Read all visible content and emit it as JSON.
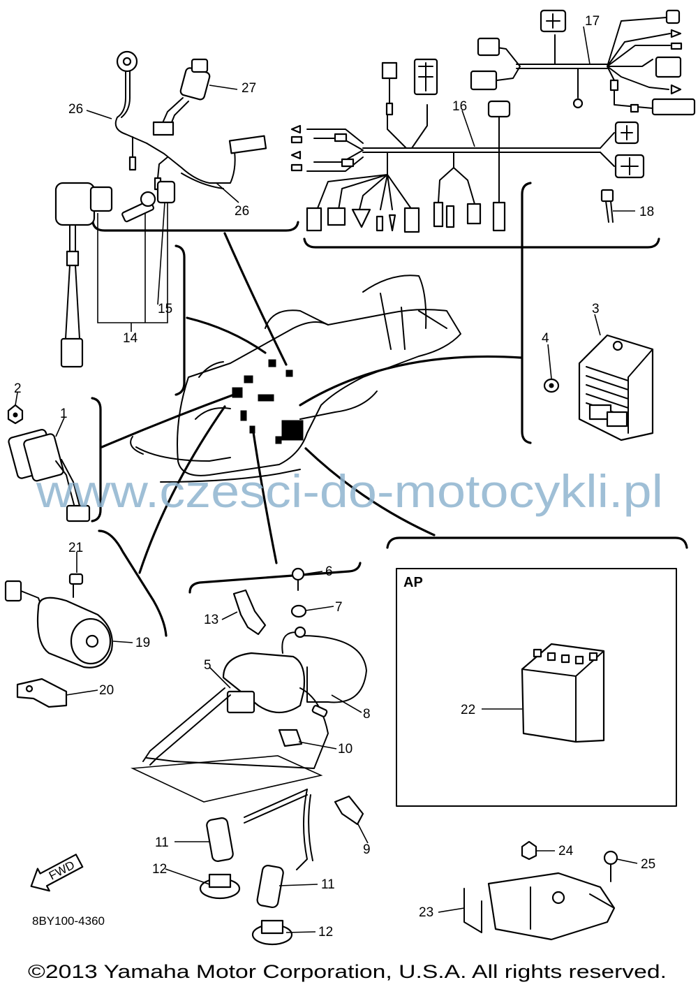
{
  "diagram": {
    "watermark": "www.czesci-do-motocykli.pl",
    "copyright": "©2013 Yamaha Motor Corporation, U.S.A. All rights reserved.",
    "diagram_code": "8BY100-4360",
    "fwd_label": "FWD",
    "ap_label": "AP",
    "callouts": {
      "c1": "1",
      "c2": "2",
      "c3": "3",
      "c4": "4",
      "c5": "5",
      "c6": "6",
      "c7": "7",
      "c8": "8",
      "c9": "9",
      "c10": "10",
      "c11a": "11",
      "c11b": "11",
      "c12a": "12",
      "c12b": "12",
      "c13": "13",
      "c14": "14",
      "c15": "15",
      "c16": "16",
      "c17": "17",
      "c18": "18",
      "c19": "19",
      "c20": "20",
      "c21": "21",
      "c22": "22",
      "c23": "23",
      "c24": "24",
      "c25": "25",
      "c26a": "26",
      "c26b": "26",
      "c27": "27"
    }
  }
}
